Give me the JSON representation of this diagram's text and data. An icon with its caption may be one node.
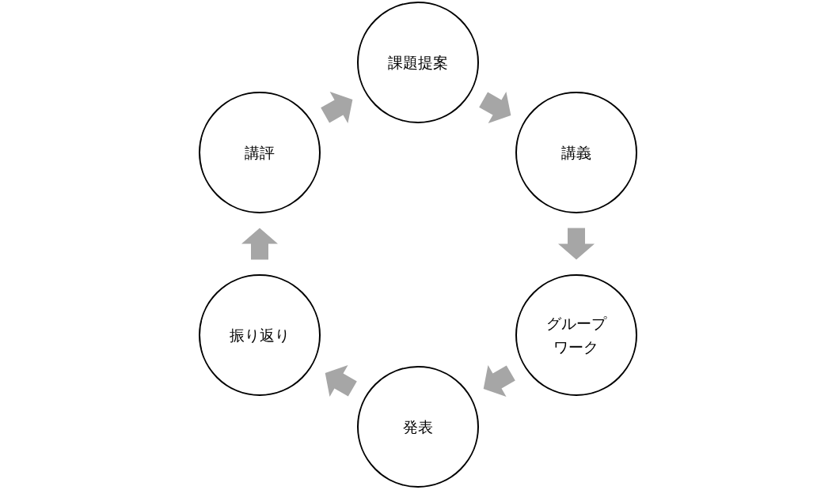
{
  "diagram": {
    "nodes": [
      {
        "text": [
          "課題提案"
        ]
      },
      {
        "text": [
          "講義"
        ]
      },
      {
        "text": [
          "グループワーク"
        ]
      },
      {
        "text": [
          "発表"
        ]
      },
      {
        "text": [
          "振り返り"
        ]
      },
      {
        "text": [
          "講評"
        ]
      }
    ],
    "edges": [
      {
        "from": 0,
        "to": 1,
        "arrow": "to"
      },
      {
        "from": 1,
        "to": 2,
        "arrow": "to"
      },
      {
        "from": 2,
        "to": 3,
        "arrow": "to"
      },
      {
        "from": 3,
        "to": 4,
        "arrow": "to"
      },
      {
        "from": 4,
        "to": 5,
        "arrow": "to"
      },
      {
        "from": 5,
        "to": 0,
        "arrow": "to"
      }
    ]
  }
}
